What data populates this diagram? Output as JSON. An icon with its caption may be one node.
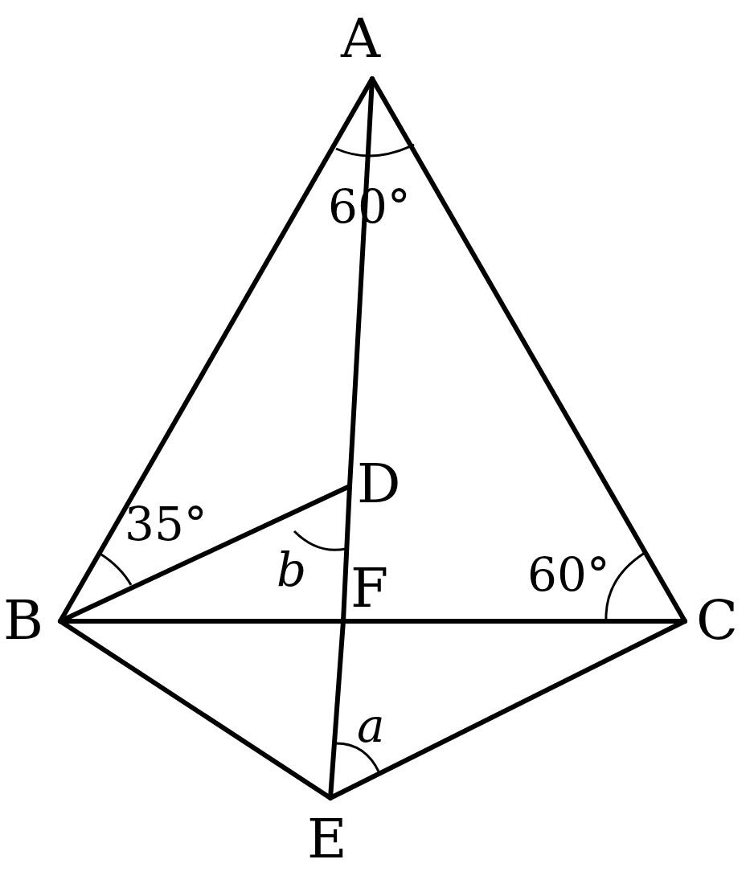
{
  "diagram": {
    "nodes": [
      {
        "text": [
          "A"
        ]
      },
      {
        "text": [
          "B"
        ]
      },
      {
        "text": [
          "C"
        ]
      },
      {
        "text": [
          "D"
        ]
      },
      {
        "text": [
          "F"
        ]
      },
      {
        "text": [
          "E"
        ]
      }
    ],
    "edges": [
      {
        "from": 0,
        "to": 1,
        "arrow": "none"
      },
      {
        "from": 0,
        "to": 2,
        "arrow": "none"
      },
      {
        "from": 0,
        "to": 3,
        "arrow": "none"
      },
      {
        "from": 3,
        "to": 4,
        "arrow": "none"
      },
      {
        "from": 4,
        "to": 5,
        "arrow": "none"
      },
      {
        "from": 1,
        "to": 4,
        "arrow": "none"
      },
      {
        "from": 4,
        "to": 2,
        "arrow": "none"
      },
      {
        "from": 1,
        "to": 3,
        "arrow": "none"
      },
      {
        "from": 1,
        "to": 5,
        "arrow": "none"
      },
      {
        "from": 2,
        "to": 5,
        "arrow": "none"
      }
    ],
    "labels": [
      "60°",
      "35°",
      "b",
      "60°",
      "a"
    ]
  }
}
